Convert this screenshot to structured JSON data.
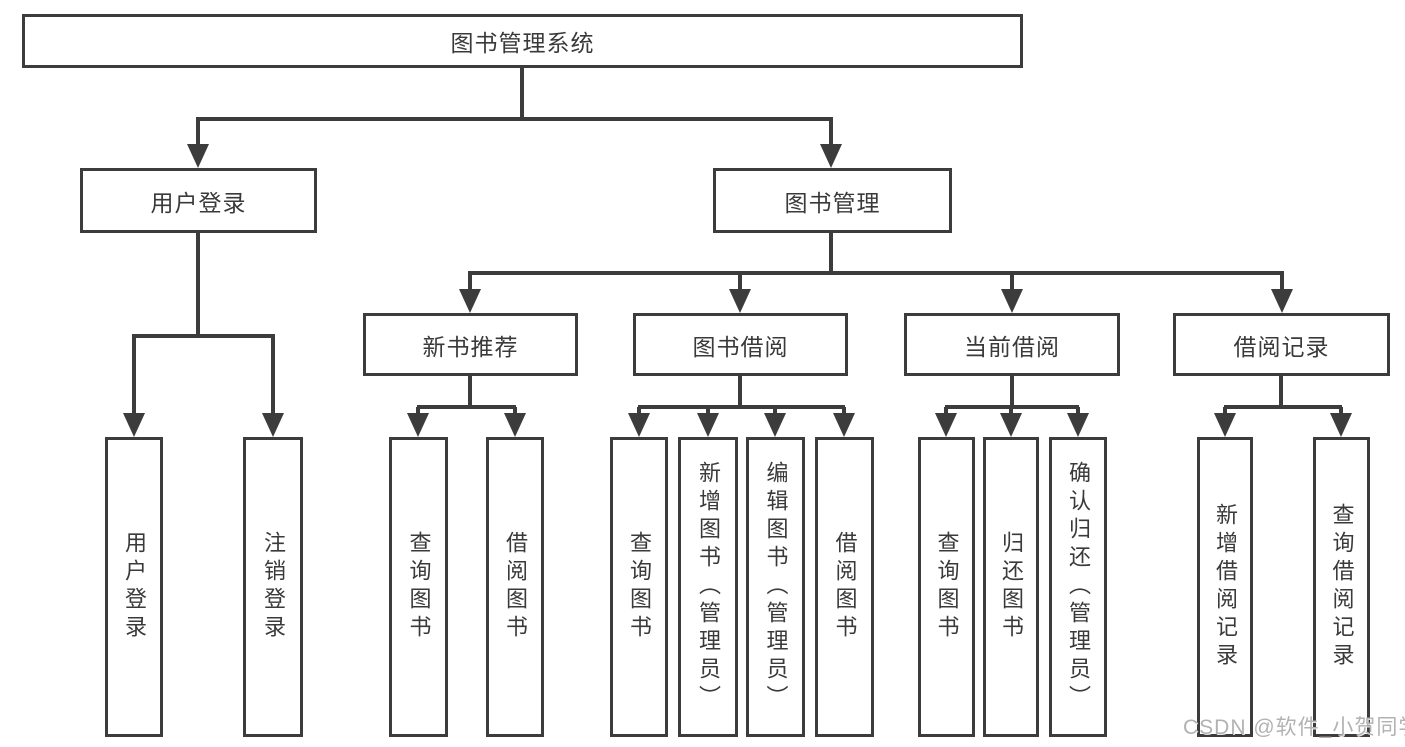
{
  "colors": {
    "line": "#3c3c3c",
    "text": "#3a3a3a",
    "box_background": "#ffffff",
    "watermark": "#b2b2b2"
  },
  "watermark": "CSDN @软件_小贺同学",
  "nodes": {
    "root": {
      "label": "图书管理系统"
    },
    "l2": [
      {
        "label": "用户登录"
      },
      {
        "label": "图书管理"
      }
    ],
    "l3": [
      {
        "label": "新书推荐"
      },
      {
        "label": "图书借阅"
      },
      {
        "label": "当前借阅"
      },
      {
        "label": "借阅记录"
      }
    ],
    "l4": [
      {
        "label": "用户登录"
      },
      {
        "label": "注销登录"
      },
      {
        "label": "查询图书"
      },
      {
        "label": "借阅图书"
      },
      {
        "label": "查询图书"
      },
      {
        "label": "新增图书（管理员）"
      },
      {
        "label": "编辑图书（管理员）"
      },
      {
        "label": "借阅图书"
      },
      {
        "label": "查询图书"
      },
      {
        "label": "归还图书"
      },
      {
        "label": "确认归还（管理员）"
      },
      {
        "label": "新增借阅记录"
      },
      {
        "label": "查询借阅记录"
      }
    ]
  }
}
